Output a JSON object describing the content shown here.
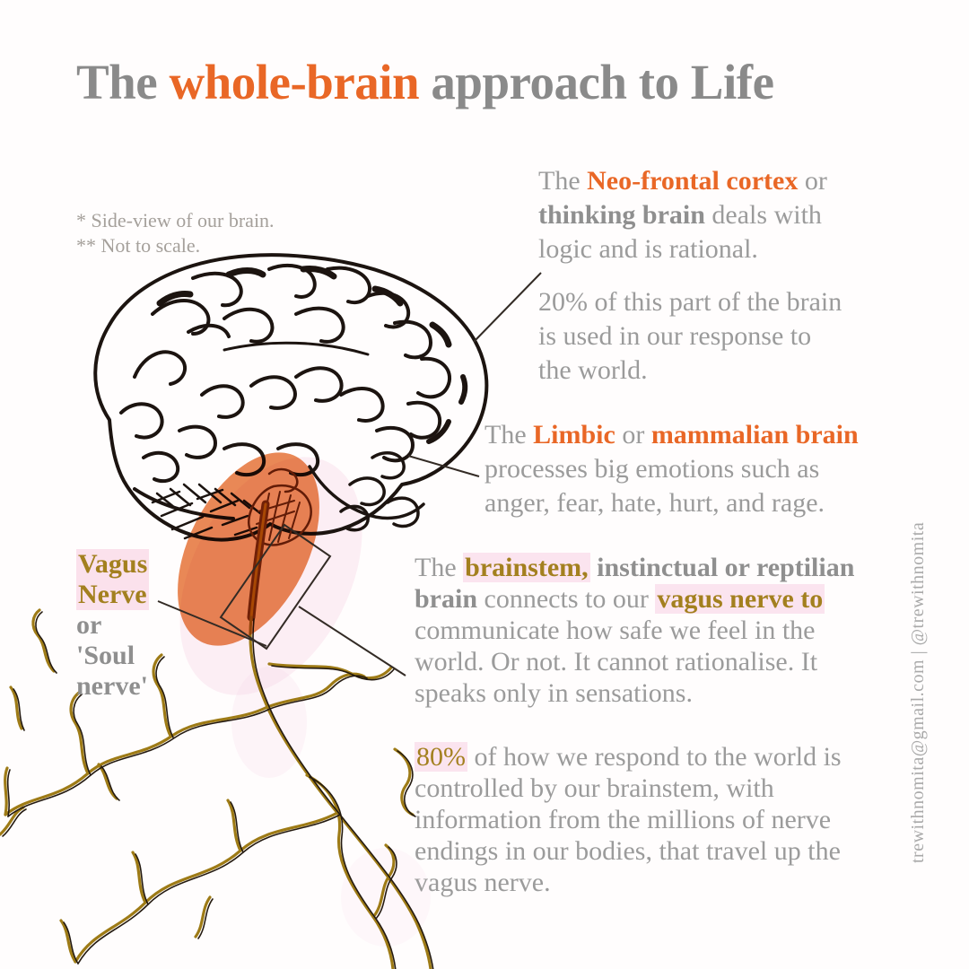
{
  "title": {
    "part1": "The ",
    "accent": "whole-brain",
    "part2": " approach to Life"
  },
  "footnote": {
    "line1": "* Side-view of our brain.",
    "line2": "** Not to scale."
  },
  "vagus_label": {
    "line1": "Vagus",
    "line2": "Nerve",
    "line3": "or",
    "line4": "'Soul",
    "line5": "nerve'"
  },
  "annotations": {
    "neo_frontal": {
      "l1a": "The ",
      "l1b": "Neo-frontal cortex",
      "l1c": " or",
      "l2a": "thinking brain",
      "l2b": " deals with",
      "l3": "logic and is rational."
    },
    "twenty_percent": {
      "l1": "20% of this part of the brain",
      "l2": "is used in our response to",
      "l3": "the world."
    },
    "limbic": {
      "l1a": "The ",
      "l1b": "Limbic",
      "l1c": " or ",
      "l1d": "mammalian brain",
      "l2": "processes big emotions such as",
      "l3": "anger, fear, hate, hurt, and rage."
    },
    "brainstem": {
      "l1a": "The ",
      "l1b": "brainstem,",
      "l1c": " instinctual or reptilian",
      "l2a": "brain",
      "l2b": " connects to our ",
      "l2c": "vagus nerve to",
      "l3": "communicate how safe we feel in the",
      "l4": "world. Or not. It cannot rationalise. It",
      "l5": "speaks only in sensations."
    },
    "eighty_percent": {
      "l1a": "80%",
      "l1b": " of how we respond to the world is",
      "l2": "controlled by our brainstem, with",
      "l3": "information from the millions of nerve",
      "l4": "endings in our bodies, that travel up the",
      "l5": "vagus nerve."
    }
  },
  "contact": {
    "text": "trewithnomita@gmail.com | @trewithnomita"
  },
  "colors": {
    "accent_orange": "#E96726",
    "accent_gold": "#A3801F",
    "body_gray": "#9B9B9B",
    "bold_gray": "#8F8F8F",
    "footnote_gray": "#A5A09B",
    "highlight_pink": "#FBE4EF",
    "ellipse_orange": "#E8834E",
    "ink_black": "#1C1410",
    "nerve_gold": "#9E7B16"
  }
}
